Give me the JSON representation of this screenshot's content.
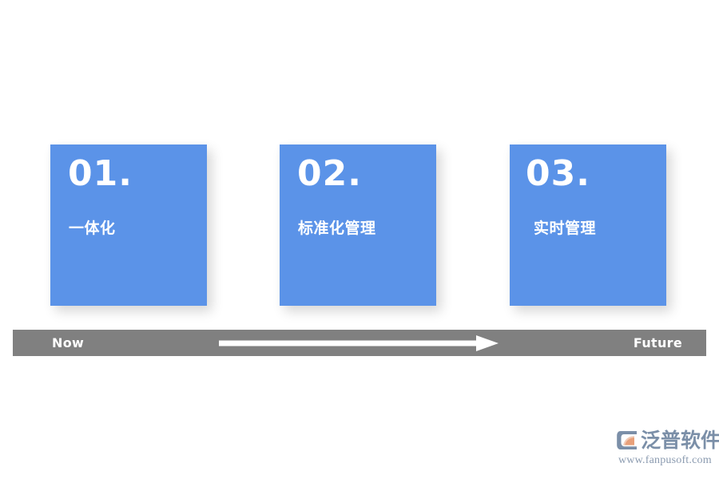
{
  "slide": {
    "background_color": "#ffffff",
    "card_color": "#5b93e8",
    "timeline_color": "#808080",
    "text_color": "#ffffff"
  },
  "cards": [
    {
      "number": "01.",
      "label": "一体化"
    },
    {
      "number": "02.",
      "label": "标准化管理"
    },
    {
      "number": "03.",
      "label": "实时管理"
    }
  ],
  "timeline": {
    "start_label": "Now",
    "end_label": "Future",
    "arrow_icon": "right-arrow-icon"
  },
  "logo": {
    "mark_icon": "fanpu-logo-mark",
    "name": "泛普软件",
    "url": "www.fanpusoft.com",
    "mark_color": "#7b8fa8",
    "mark_accent_color": "#e8a07a"
  }
}
